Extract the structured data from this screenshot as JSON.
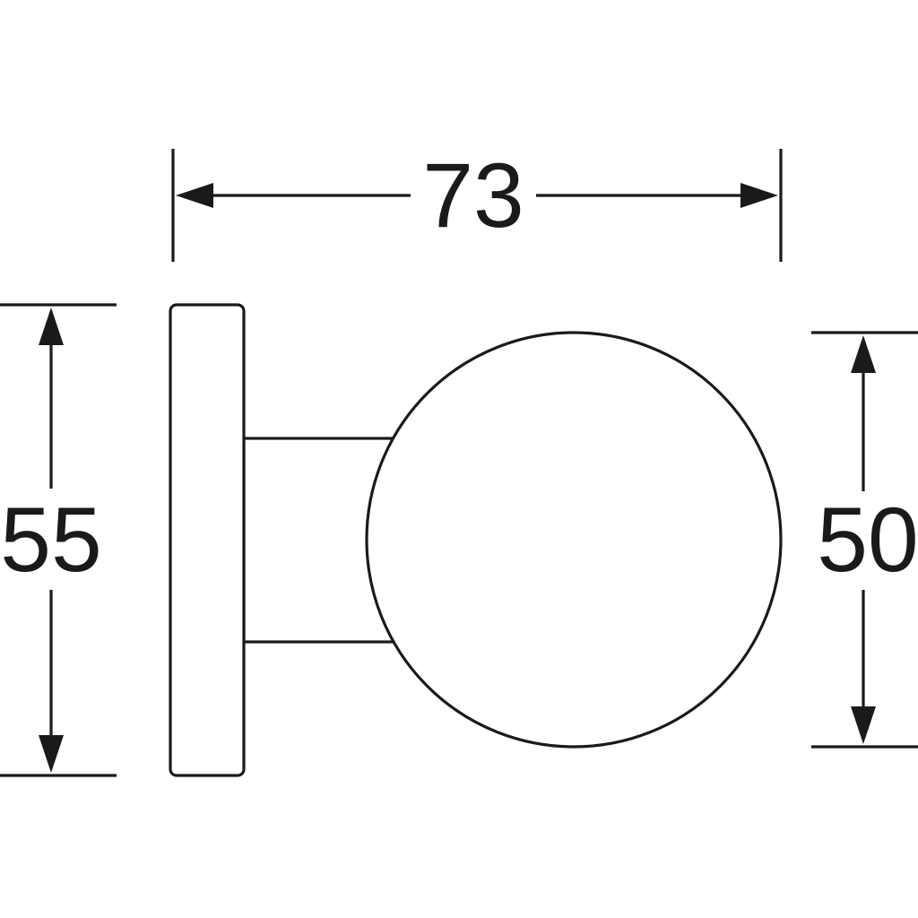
{
  "diagram": {
    "type": "technical-drawing",
    "subject": "ball-door-knob-side-view",
    "line_color": "#1a1a1a",
    "background_color": "#ffffff",
    "dimensions": {
      "width": "73",
      "plate_height": "55",
      "ball_diameter": "50"
    }
  }
}
